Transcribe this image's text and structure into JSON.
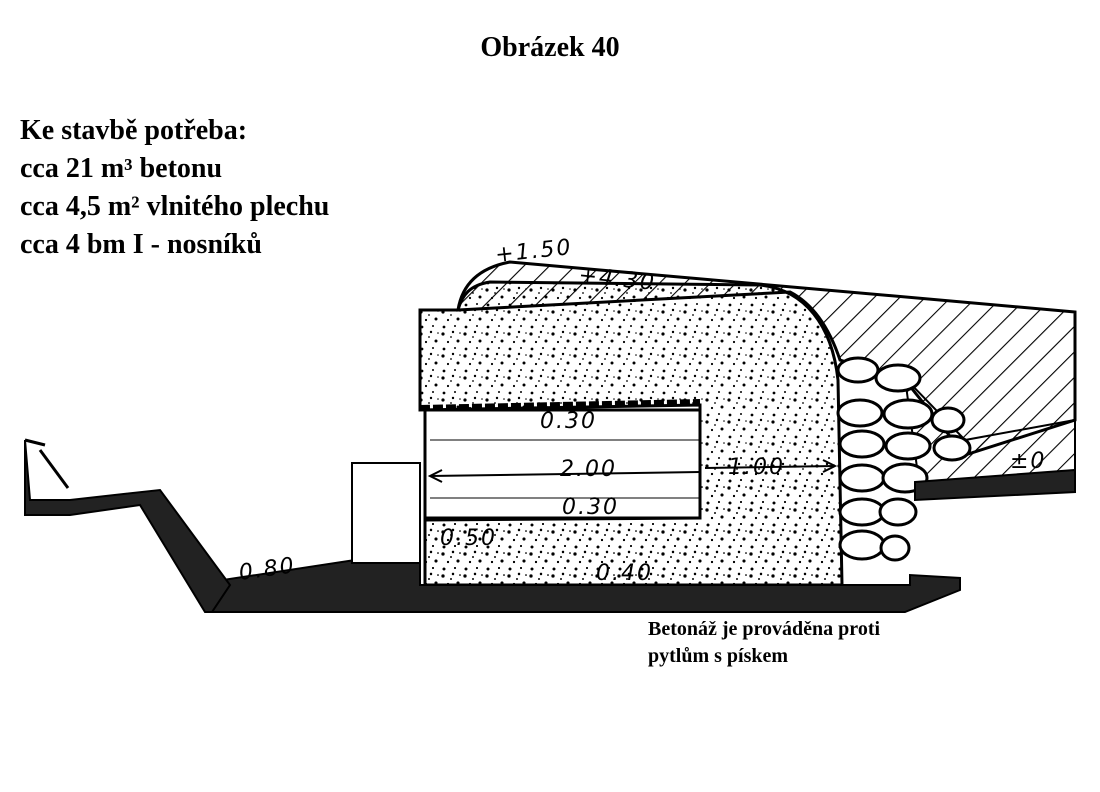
{
  "title": "Obrázek 40",
  "requirements": {
    "heading": "Ke stavbě potřeba:",
    "items": [
      "cca 21 m³ betonu",
      "cca 4,5 m² vlnitého plechu",
      "cca 4 bm I - nosníků"
    ]
  },
  "note": {
    "line1": "Betonáž je prováděna proti",
    "line2": "pytlům s pískem"
  },
  "dimensions": {
    "top_cover": "+1.50",
    "top_height": "+4.30",
    "roof_thickness": "0.30",
    "chamber_width": "2.00",
    "wall_thickness": "1.00",
    "floor_slab": "0.30",
    "bottom_slab": "0.50",
    "base": "0.40",
    "trench_depth": "0.80",
    "ground_level": "±0"
  }
}
